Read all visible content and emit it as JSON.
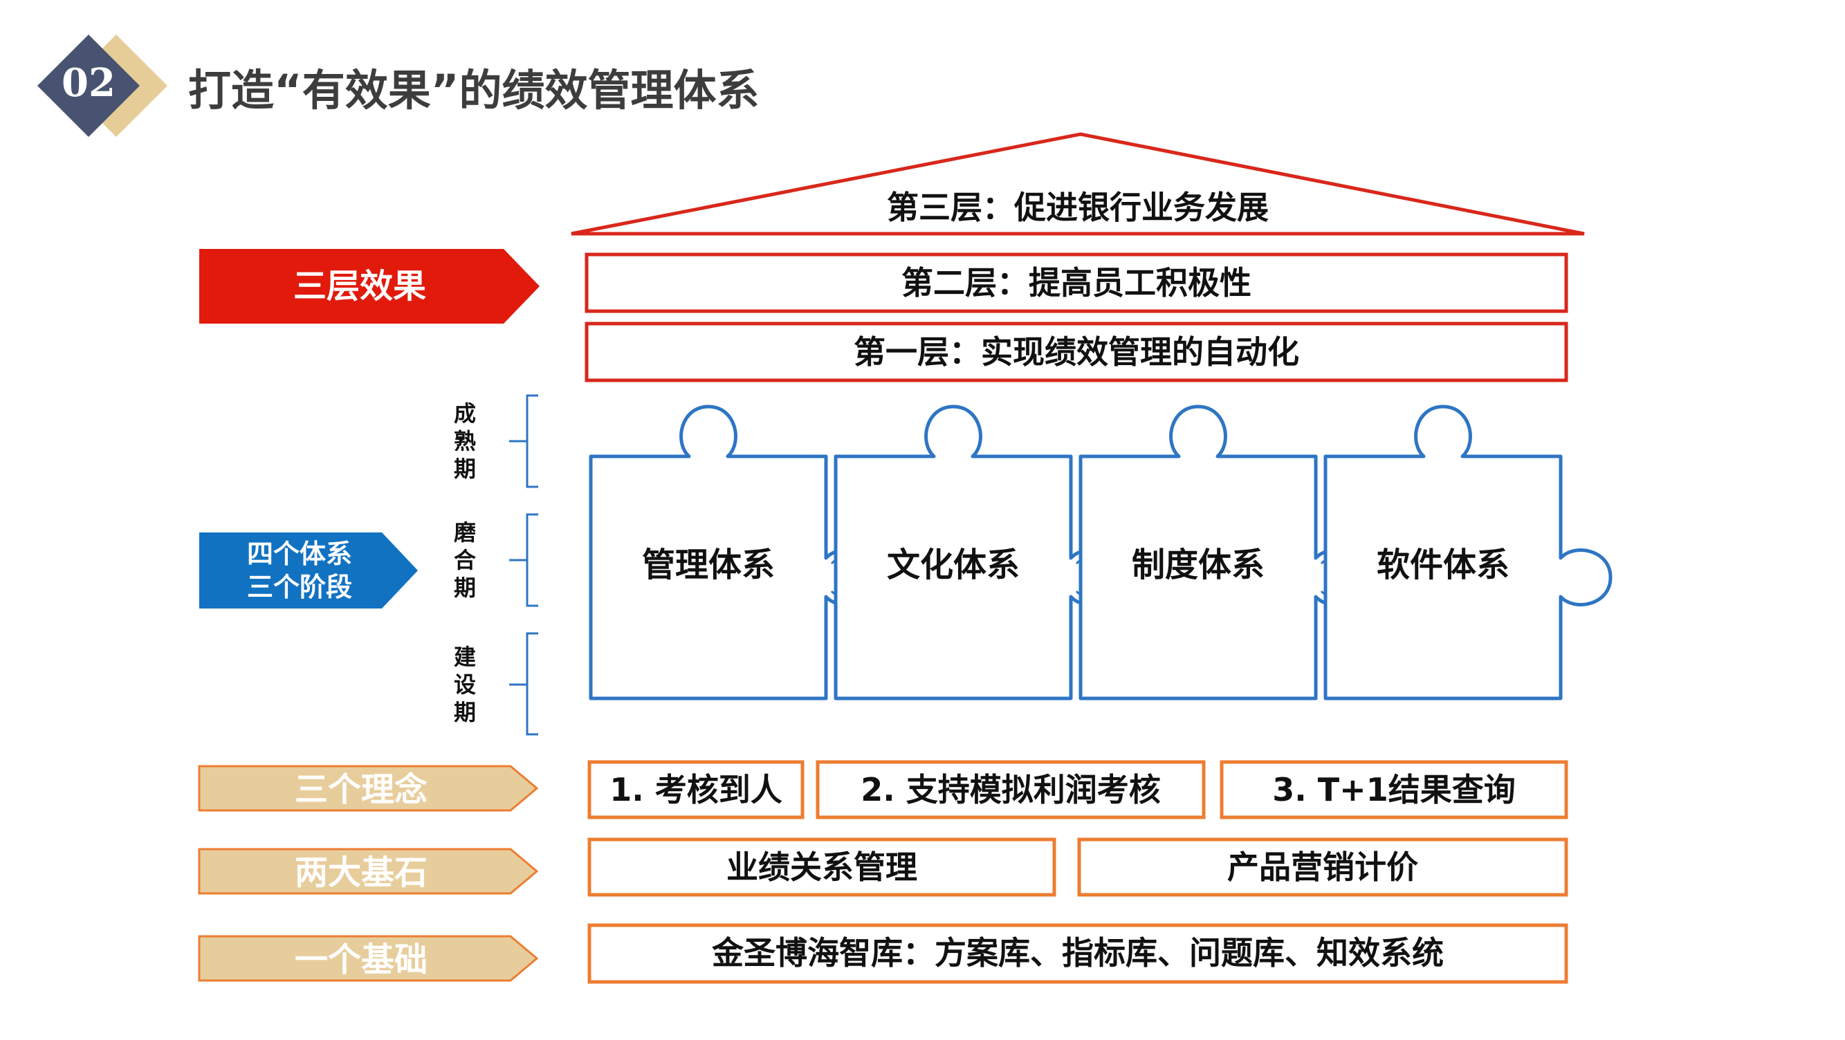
{
  "header": {
    "badge_number": "02",
    "title": "打造“有效果”的绩效管理体系"
  },
  "left_labels": {
    "effects": "三层效果",
    "systems_line1": "四个体系",
    "systems_line2": "三个阶段",
    "concepts": "三个理念",
    "cornerstones": "两大基石",
    "foundation": "一个基础"
  },
  "stages": [
    "成熟期",
    "磨合期",
    "建设期"
  ],
  "layers": {
    "layer3": "第三层：促进银行业务发展",
    "layer2": "第二层：提高员工积极性",
    "layer1": "第一层：实现绩效管理的自动化"
  },
  "puzzle_pieces": [
    "管理体系",
    "文化体系",
    "制度体系",
    "软件体系"
  ],
  "concepts": [
    "1. 考核到人",
    "2. 支持模拟利润考核",
    "3. T+1结果查询"
  ],
  "cornerstones": [
    "业绩关系管理",
    "产品营销计价"
  ],
  "foundation_text": "金圣博海智库：方案库、指标库、问题库、知效系统",
  "colors": {
    "navy": "#475370",
    "gold": "#E6CD98",
    "red": "#E11A0C",
    "blue": "#1272C2",
    "puzzle_blue": "#2E75C4",
    "orange": "#ED7D31",
    "tan": "#E8CD9C"
  }
}
